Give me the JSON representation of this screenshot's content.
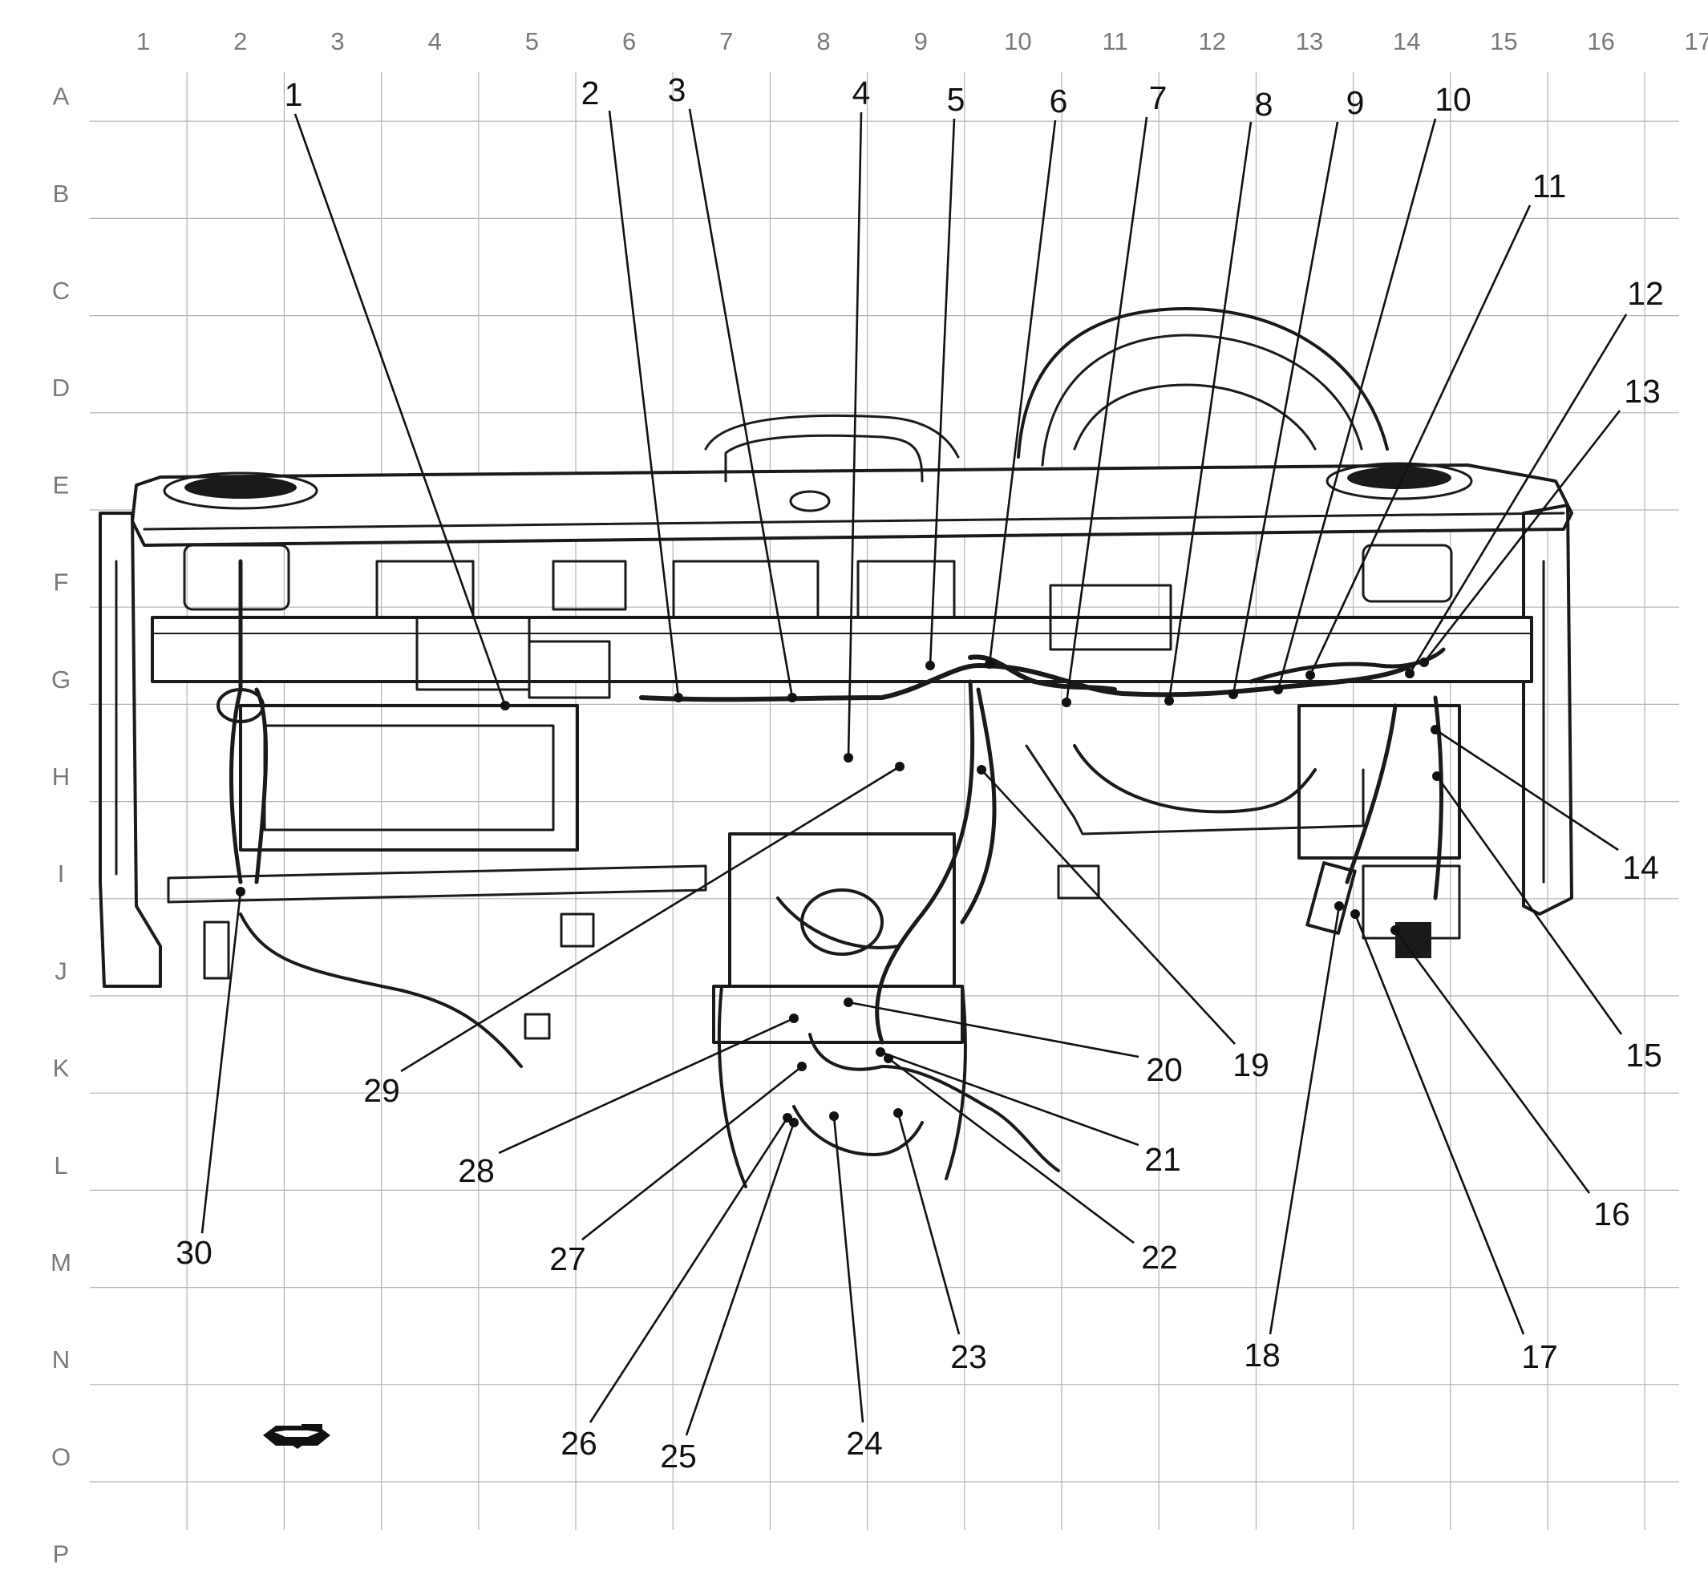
{
  "grid": {
    "columns": [
      "1",
      "2",
      "3",
      "4",
      "5",
      "6",
      "7",
      "8",
      "9",
      "10",
      "11",
      "12",
      "13",
      "14",
      "15",
      "16",
      "17"
    ],
    "rows": [
      "A",
      "B",
      "C",
      "D",
      "E",
      "F",
      "G",
      "H",
      "I",
      "J",
      "K",
      "L",
      "M",
      "N",
      "O",
      "P"
    ]
  },
  "callouts": [
    "1",
    "2",
    "3",
    "4",
    "5",
    "6",
    "7",
    "8",
    "9",
    "10",
    "11",
    "12",
    "13",
    "14",
    "15",
    "16",
    "17",
    "18",
    "19",
    "20",
    "21",
    "22",
    "23",
    "24",
    "25",
    "26",
    "27",
    "28",
    "29",
    "30"
  ],
  "icons": {
    "view_arrow": "front-direction-arrow-icon"
  },
  "colors": {
    "ink": "#111111",
    "grid": "#b3b3b3",
    "grid_labels": "#7a7a7a",
    "background": "#ffffff"
  }
}
